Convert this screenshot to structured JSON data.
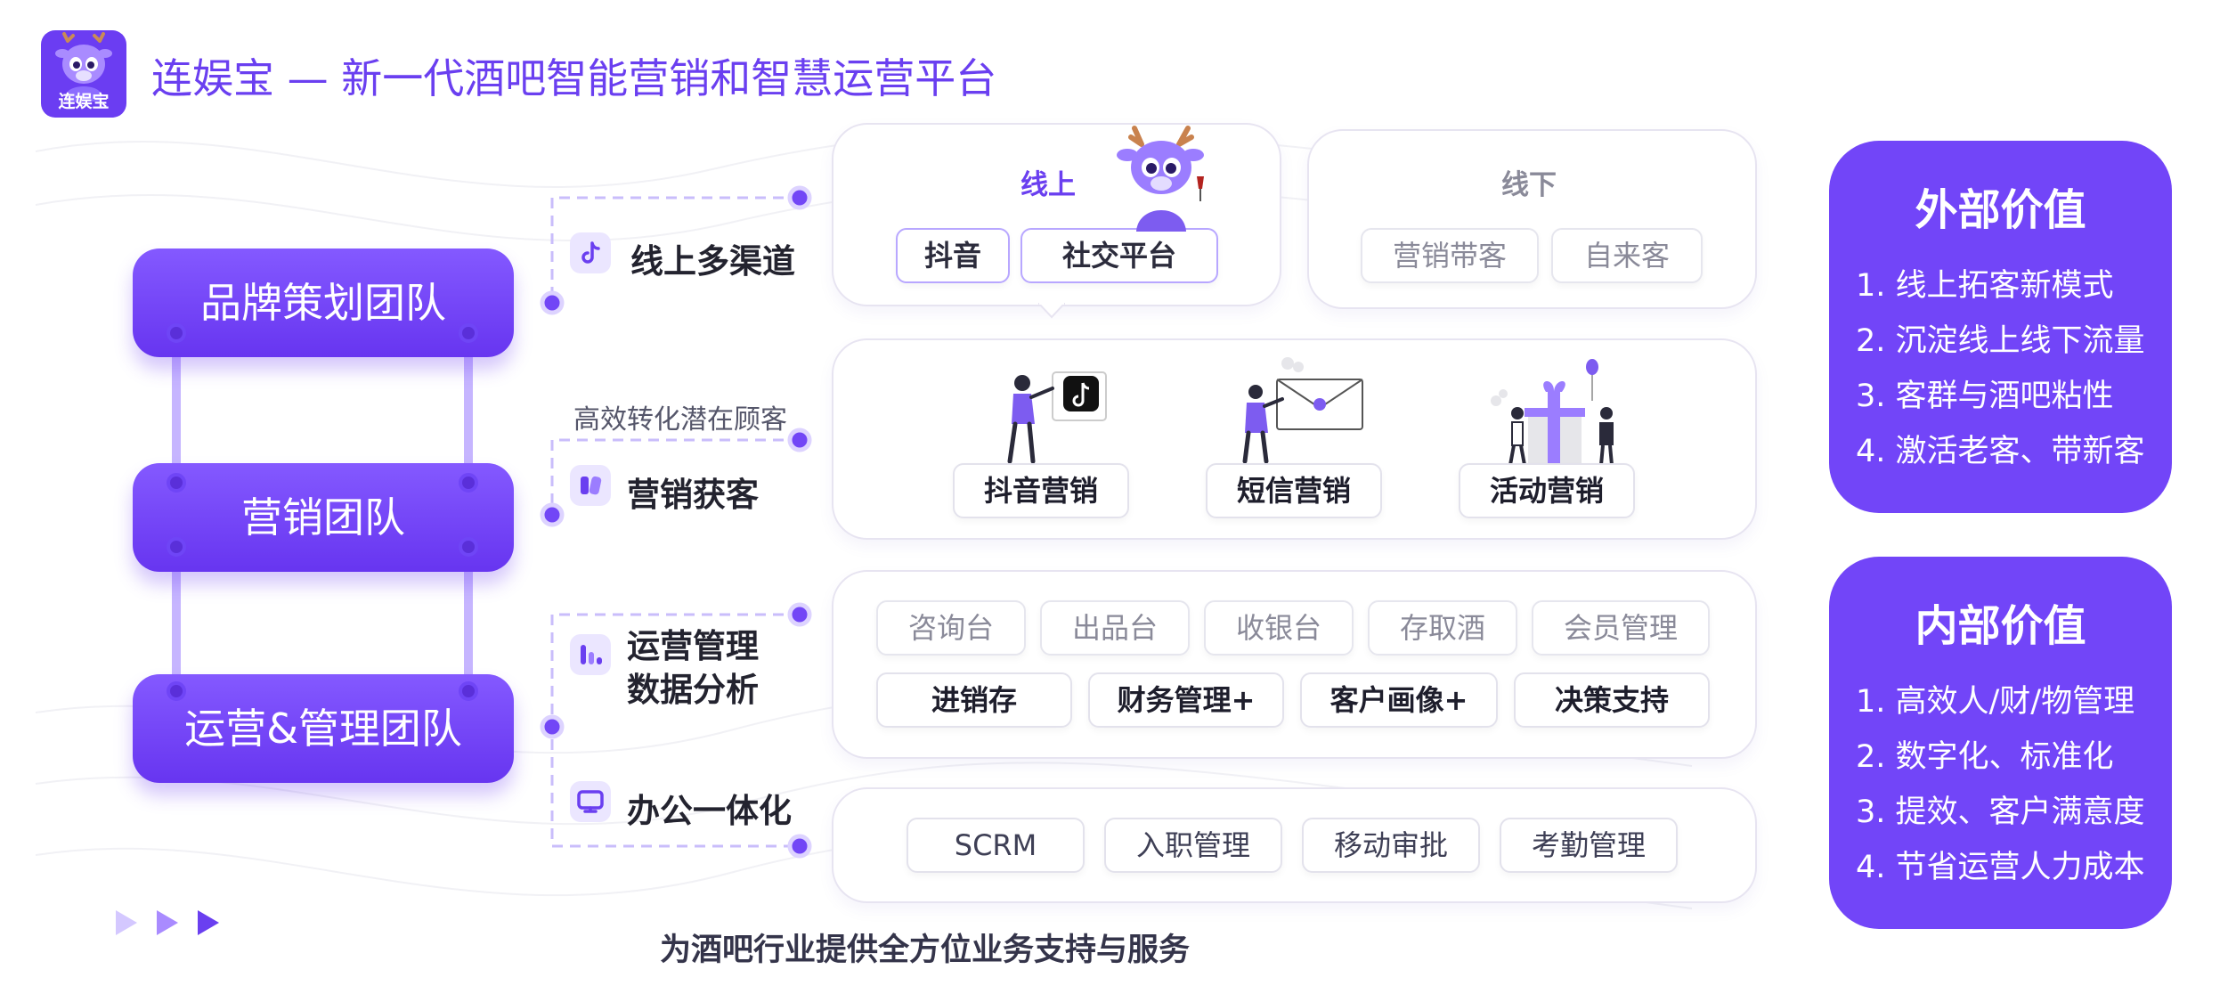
{
  "header": {
    "logo_text": "连娱宝",
    "title": "连娱宝 — 新一代酒吧智能营销和智慧运营平台"
  },
  "teams": [
    {
      "label": "品牌策划团队"
    },
    {
      "label": "营销团队"
    },
    {
      "label": "运营&管理团队"
    }
  ],
  "sections": {
    "channels": {
      "label": "线上多渠道",
      "icon": "tiktok-icon"
    },
    "marketing": {
      "label": "营销获客",
      "sublabel": "高效转化潜在顾客",
      "icon": "marketing-icon"
    },
    "operations": {
      "label_line1": "运营管理",
      "label_line2": "数据分析",
      "icon": "chart-icon"
    },
    "office": {
      "label": "办公一体化",
      "icon": "monitor-icon"
    }
  },
  "online_card": {
    "title": "线上",
    "chips": [
      "抖音",
      "社交平台"
    ]
  },
  "offline_card": {
    "title": "线下",
    "chips": [
      "营销带客",
      "自来客"
    ]
  },
  "marketing_card": {
    "items": [
      "抖音营销",
      "短信营销",
      "活动营销"
    ]
  },
  "operations_card": {
    "row1": [
      "咨询台",
      "出品台",
      "收银台",
      "存取酒",
      "会员管理"
    ],
    "row2": [
      "进销存",
      "财务管理+",
      "客户画像+",
      "决策支持"
    ]
  },
  "office_card": {
    "items": [
      "SCRM",
      "入职管理",
      "移动审批",
      "考勤管理"
    ]
  },
  "external_value": {
    "title": "外部价值",
    "items": [
      "1. 线上拓客新模式",
      "2. 沉淀线上线下流量",
      "3. 客群与酒吧粘性",
      "4. 激活老客、带新客"
    ]
  },
  "internal_value": {
    "title": "内部价值",
    "items": [
      "1. 高效人/财/物管理",
      "2. 数字化、标准化",
      "3. 提效、客户满意度",
      "4. 节省运营人力成本"
    ]
  },
  "footer": {
    "text": "为酒吧行业提供全方位业务支持与服务"
  },
  "colors": {
    "brand": "#6a3ff0",
    "brand_light": "#8459ff",
    "value_card": "#7245f8"
  }
}
